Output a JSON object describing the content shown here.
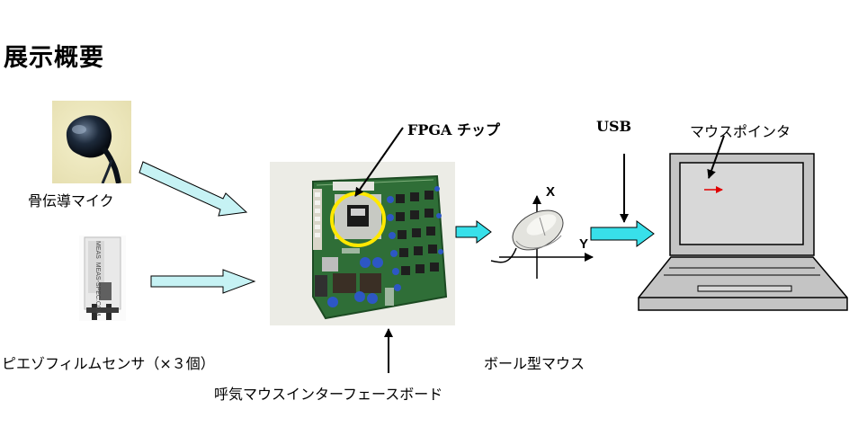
{
  "page_title": "展示概要",
  "labels": {
    "mic": "骨伝導マイク",
    "piezo": "ピエゾフィルムセンサ（×３個）",
    "board": "呼気マウスインターフェースボード",
    "fpga": "FPGA チップ",
    "usb": "USB",
    "pointer": "マウスポインタ",
    "ball_mouse": "ボール型マウス",
    "axis_x": "X",
    "axis_y": "Y"
  },
  "sensor_print": {
    "brand": "MEAS",
    "part": "MEAS-SPEC.COM"
  },
  "colors": {
    "arrow_fill": "#c6f2f4",
    "arrow_cyan": "#38e0ea",
    "fpga_ring": "#ffe800",
    "pcb_green": "#2f6e37",
    "pointer_red": "#e00000",
    "laptop_gray": "#c4c4c4"
  }
}
